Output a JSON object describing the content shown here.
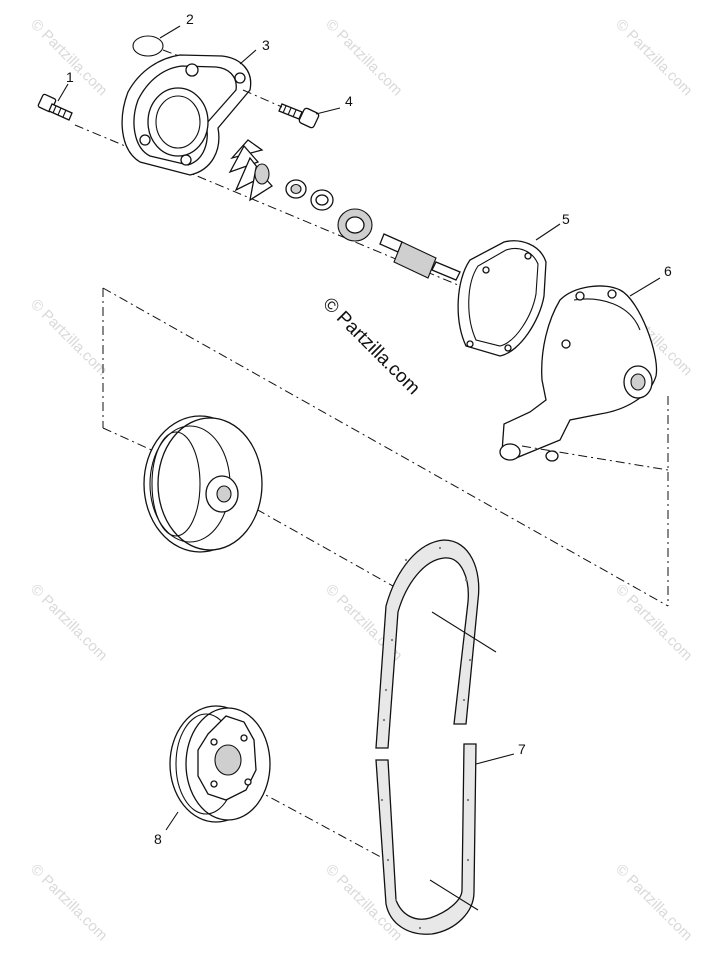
{
  "watermarks": {
    "center": "© Partzilla.com",
    "tile": "© Partzilla.com"
  },
  "callouts": [
    "1",
    "2",
    "3",
    "4",
    "5",
    "6",
    "7",
    "8"
  ]
}
